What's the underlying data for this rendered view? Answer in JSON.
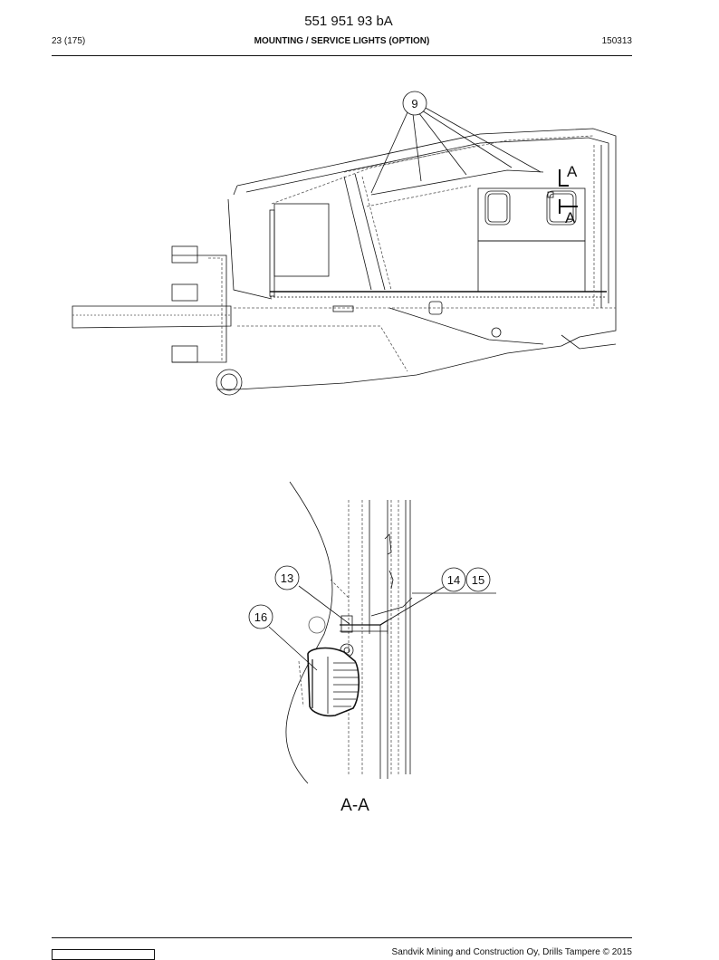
{
  "header": {
    "doc_number": "551 951 93 bA",
    "page_count": "23 (175)",
    "section_title": "MOUNTING / SERVICE LIGHTS (OPTION)",
    "date_code": "150313"
  },
  "drawing_top": {
    "callouts": [
      {
        "id": "callout-9",
        "label": "9"
      }
    ],
    "section_marks": [
      {
        "id": "section-mark-upper",
        "label": "A"
      },
      {
        "id": "section-mark-lower",
        "label": "A"
      }
    ]
  },
  "drawing_detail": {
    "caption": "A-A",
    "callouts": [
      {
        "id": "callout-13",
        "label": "13"
      },
      {
        "id": "callout-14",
        "label": "14"
      },
      {
        "id": "callout-15",
        "label": "15"
      },
      {
        "id": "callout-16",
        "label": "16"
      }
    ]
  },
  "footer": {
    "copyright": "Sandvik Mining and Construction Oy, Drills Tampere © 2015"
  },
  "colors": {
    "line": "#111111",
    "dashed": "#555555",
    "background": "#ffffff"
  }
}
